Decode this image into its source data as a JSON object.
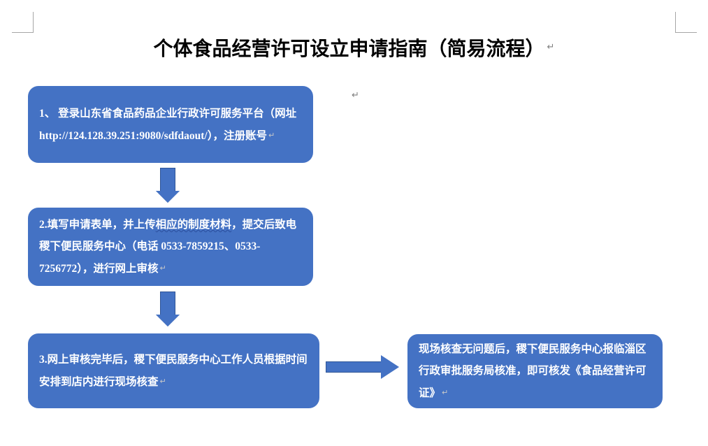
{
  "document": {
    "title": "个体食品经营许可设立申请指南（简易流程）",
    "title_paragraph_mark": "↵",
    "body_paragraph_mark": "↵"
  },
  "colors": {
    "box_fill": "#4472C4",
    "box_border": "#2F5597",
    "arrow_fill": "#4472C4",
    "arrow_border": "#2F5597",
    "text": "#FFFFFF",
    "crop_mark": "#A6A6A6",
    "paragraph_mark": "#7F7F7F",
    "spellcheck_squiggle": "#2B4F9E"
  },
  "flow": {
    "steps": [
      {
        "id": "step-1",
        "number": "1、",
        "segments": [
          {
            "text": "1、 登录山东省食品药品企业行政许可服务平台（网址 ",
            "style": "normal"
          },
          {
            "text": "http://124.128.39.251:9080/sdfdaout/",
            "style": "mono"
          },
          {
            "text": "），注册账号",
            "style": "normal"
          }
        ],
        "full_text": "1、 登录山东省食品药品企业行政许可服务平台（网址 http://124.128.39.251:9080/sdfdaout/），注册账号",
        "url": "http://124.128.39.251:9080/sdfdaout/",
        "paragraph_mark": "↵"
      },
      {
        "id": "step-2",
        "number": "2.",
        "segments": [
          {
            "text": "2.填写申请表单，并上传",
            "style": "normal"
          },
          {
            "text": "相应的制度材料",
            "style": "squiggle"
          },
          {
            "text": "，提交后致电稷下便民服务中心（电话 0533-7859215、0533-7256772），进行网上审核",
            "style": "normal"
          }
        ],
        "full_text": "2.填写申请表单，并上传相应的制度材料，提交后致电稷下便民服务中心（电话 0533-7859215、0533-7256772），进行网上审核",
        "phones": [
          "0533-7859215",
          "0533-7256772"
        ],
        "paragraph_mark": "↵"
      },
      {
        "id": "step-3",
        "number": "3.",
        "segments": [
          {
            "text": "3.网上审核完毕后，稷下便民服务中心工作人员根据时间安排到店内进行现场核查",
            "style": "normal"
          }
        ],
        "full_text": "3.网上审核完毕后，稷下便民服务中心工作人员根据时间安排到店内进行现场核查",
        "paragraph_mark": "↵"
      },
      {
        "id": "step-4",
        "number": "",
        "segments": [
          {
            "text": "现场核查无问题后，稷下便民服务中心报临淄区行政审批服务局核准，即可核发《食品经营许可证》",
            "style": "normal"
          }
        ],
        "full_text": "现场核查无问题后，稷下便民服务中心报临淄区行政审批服务局核准，即可核发《食品经营许可证》",
        "paragraph_mark": "↵"
      }
    ],
    "connectors": [
      {
        "id": "arrow-1",
        "direction": "down",
        "from": "step-1",
        "to": "step-2"
      },
      {
        "id": "arrow-2",
        "direction": "down",
        "from": "step-2",
        "to": "step-3"
      },
      {
        "id": "arrow-3",
        "direction": "right",
        "from": "step-3",
        "to": "step-4"
      }
    ]
  }
}
